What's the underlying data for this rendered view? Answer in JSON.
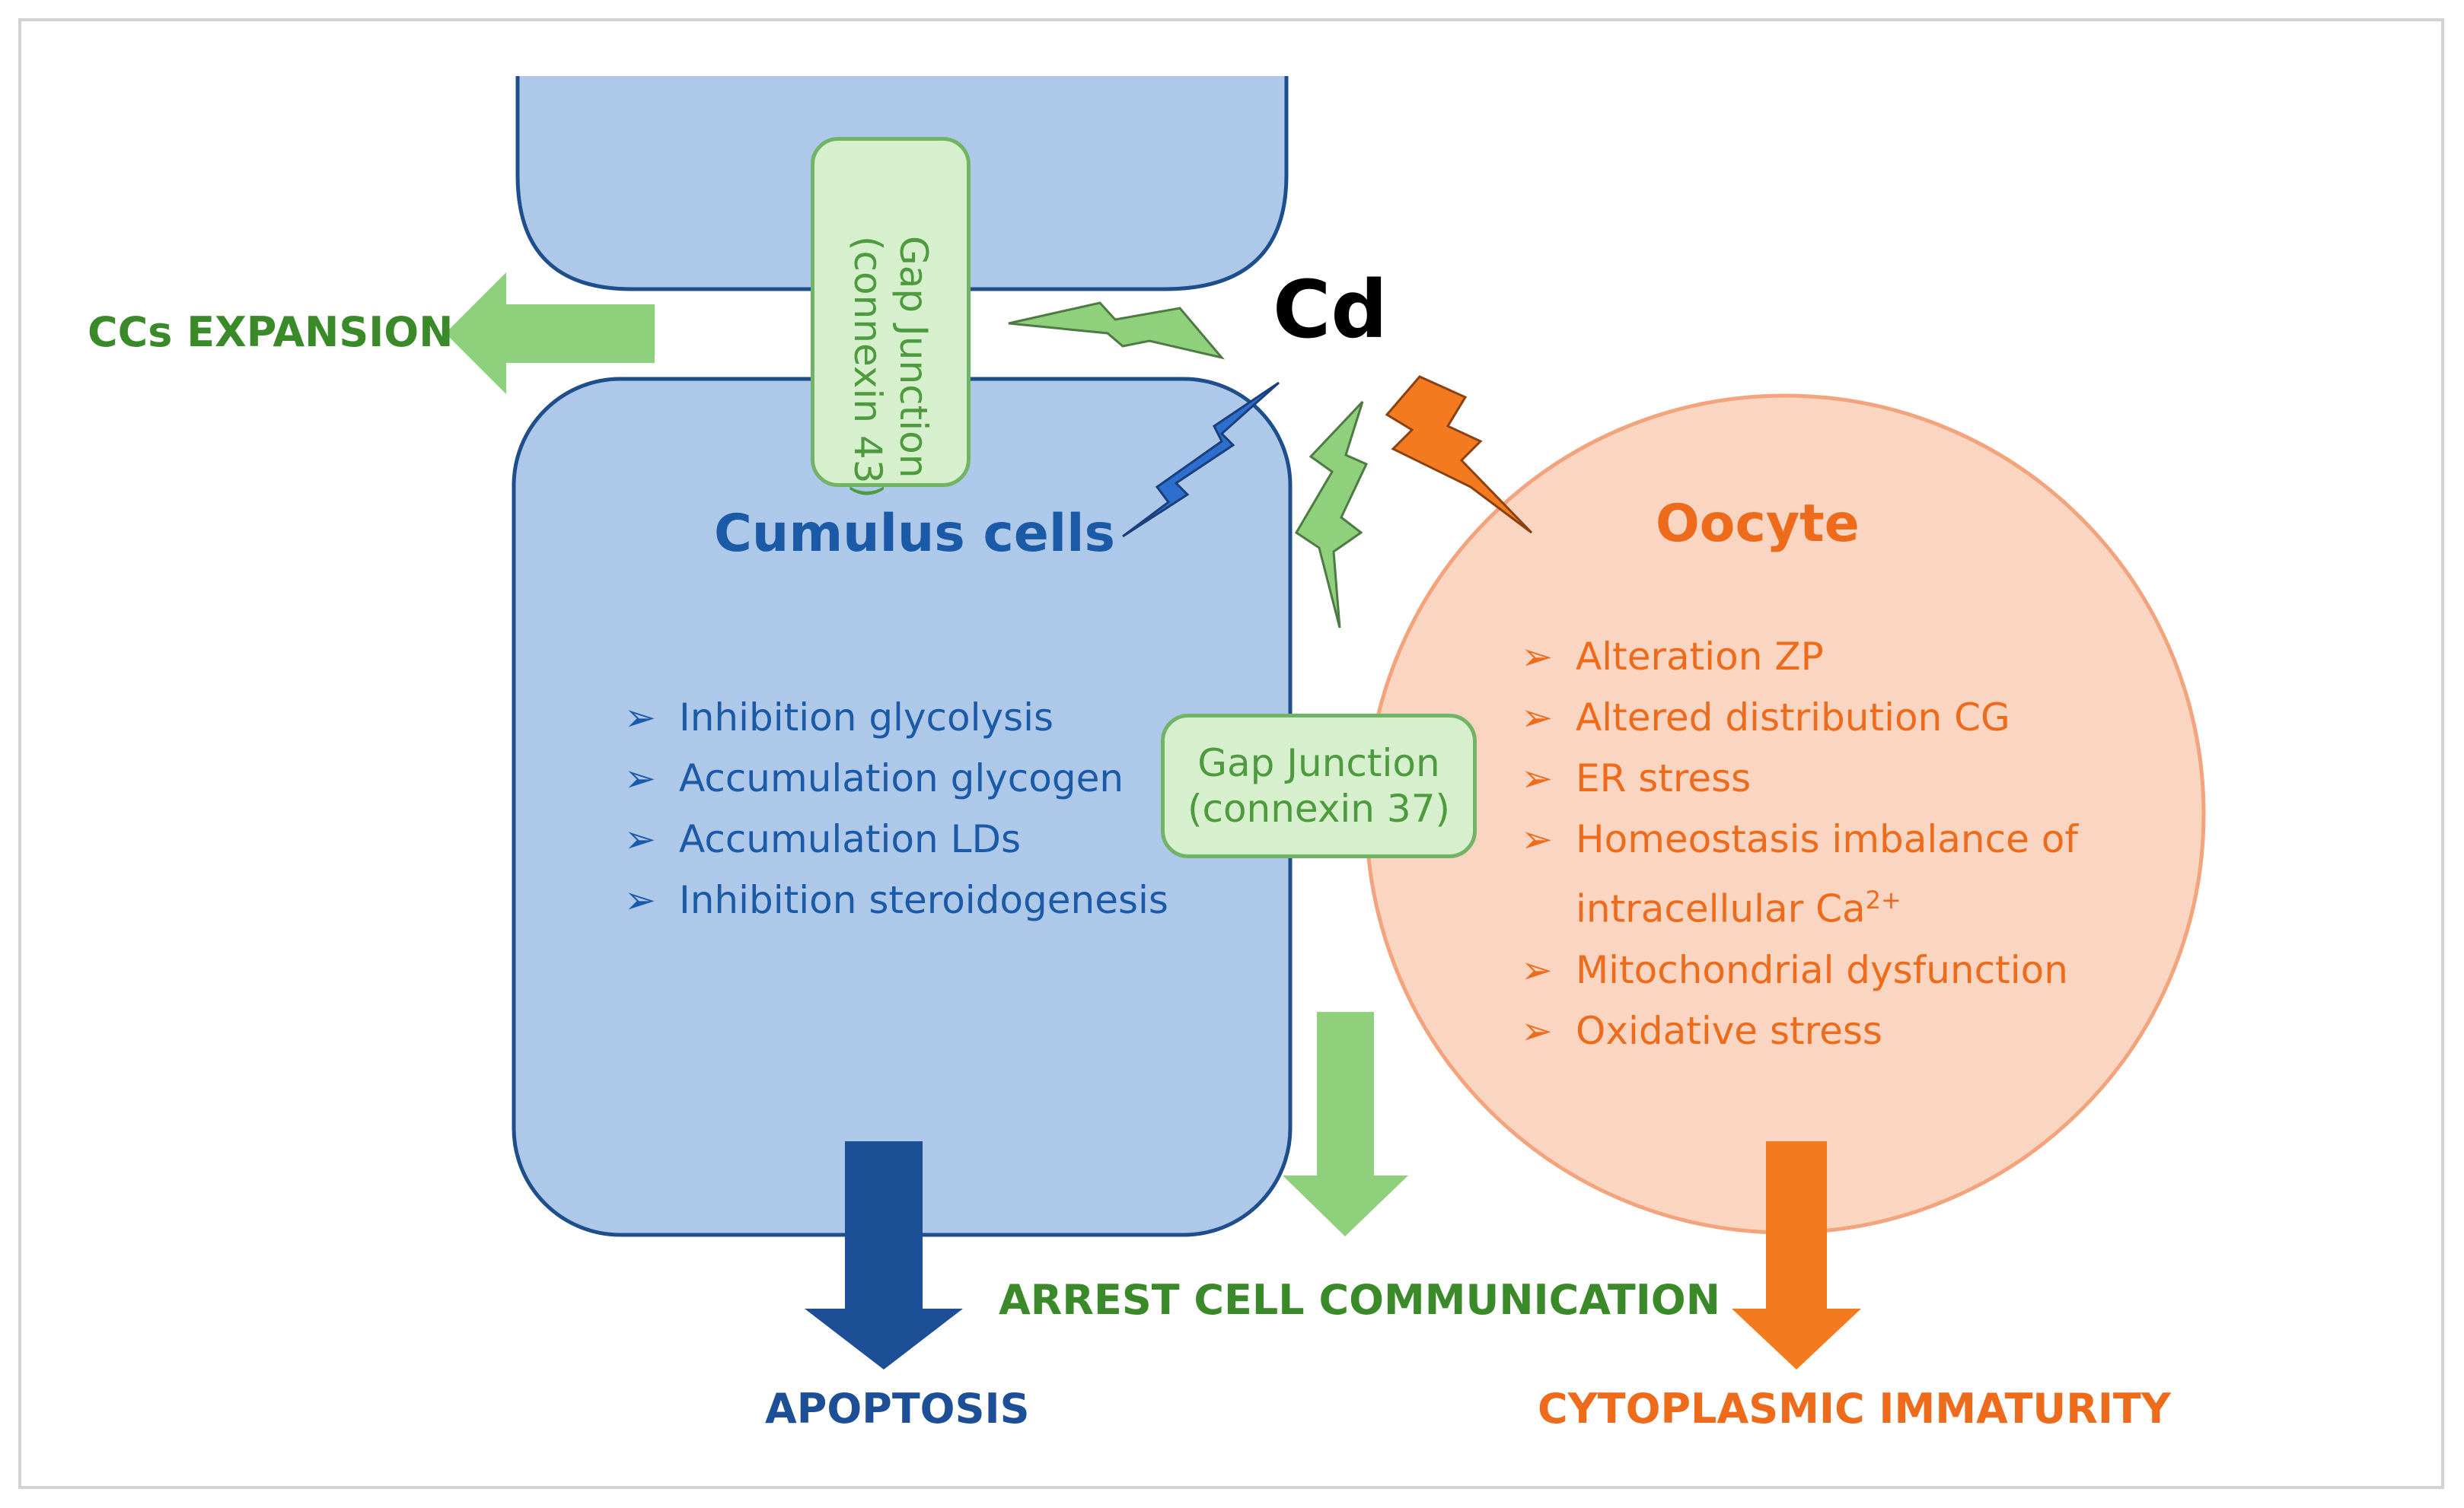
{
  "cd_label": "Cd",
  "cumulus": {
    "title": "Cumulus cells",
    "effects": [
      "Inhibition glycolysis",
      "Accumulation glycogen",
      "Accumulation LDs",
      "Inhibition steroidogenesis"
    ]
  },
  "oocyte": {
    "title": "Oocyte",
    "effects": [
      "Alteration ZP",
      "Altered distribution CG",
      "ER stress",
      "Homeostasis imbalance of",
      "Mitochondrial dysfunction",
      "Oxidative stress"
    ],
    "effect_line2_prefix": "intracellular Ca",
    "effect_line2_sup": "2+"
  },
  "gap_junction_43": {
    "line1": "Gap Junction",
    "line2": "(connexin 43)"
  },
  "gap_junction_37": {
    "line1": "Gap Junction",
    "line2": "(connexin 37)"
  },
  "outcomes": {
    "ccs_expansion": "CCs EXPANSION",
    "apoptosis": "APOPTOSIS",
    "arrest": "ARREST CELL COMMUNICATION",
    "cytoplasmic": "CYTOPLASMIC IMMATURITY"
  },
  "bullet_marker": "➢",
  "colors": {
    "cumulus_fill": "#aec8ea",
    "cumulus_stroke": "#1f4e8c",
    "cumulus_text": "#1b5aa6",
    "oocyte_fill": "#fad6c2",
    "oocyte_stroke": "#f3a47c",
    "oocyte_text": "#ee6b1b",
    "green_text": "#3a8a2a",
    "green_arrow": "#8fd07c",
    "dark_blue_arrow": "#1c4f95",
    "orange_arrow": "#f47a20"
  }
}
